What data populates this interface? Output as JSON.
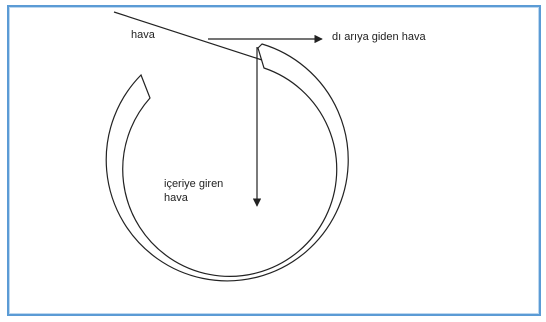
{
  "labels": {
    "air_top": "hava",
    "air_out": "dı  arıya giden hava",
    "air_in_line1": "içeriye giren",
    "air_in_line2": "hava"
  },
  "colors": {
    "frame": "#5b9bd5",
    "line": "#222222",
    "background": "#ffffff"
  }
}
